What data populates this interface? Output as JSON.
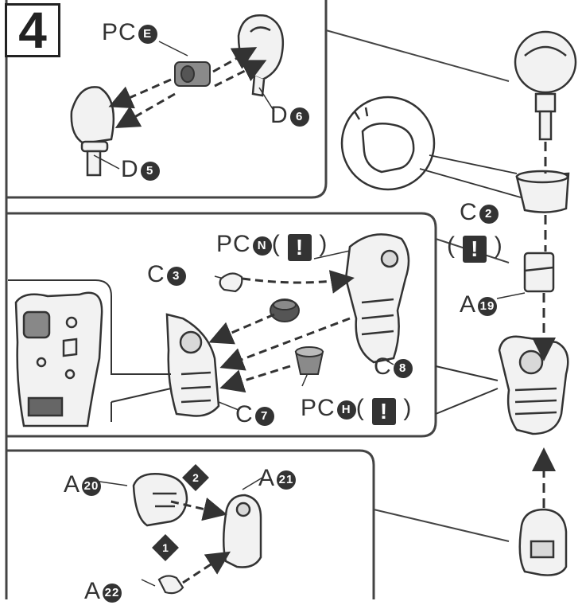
{
  "step": {
    "number": "4"
  },
  "labels": {
    "pce": {
      "prefix": "PC",
      "num": "E"
    },
    "d6": {
      "prefix": "D",
      "num": "6"
    },
    "d5": {
      "prefix": "D",
      "num": "5"
    },
    "c2": {
      "prefix": "C",
      "num": "2"
    },
    "pcn": {
      "prefix": "PC",
      "num": "N"
    },
    "c3": {
      "prefix": "C",
      "num": "3"
    },
    "a19": {
      "prefix": "A",
      "num": "19"
    },
    "c8": {
      "prefix": "C",
      "num": "8"
    },
    "pch": {
      "prefix": "PC",
      "num": "H"
    },
    "c7": {
      "prefix": "C",
      "num": "7"
    },
    "a20": {
      "prefix": "A",
      "num": "20"
    },
    "a21": {
      "prefix": "A",
      "num": "21"
    },
    "a22": {
      "prefix": "A",
      "num": "22"
    }
  },
  "warning_mark": "!",
  "order_marks": {
    "first": "1",
    "second": "2"
  },
  "colors": {
    "ink": "#333333",
    "part_fill": "#f2f2f2",
    "pc_fill": "#8a8a8a",
    "panel_line": "#444444"
  }
}
